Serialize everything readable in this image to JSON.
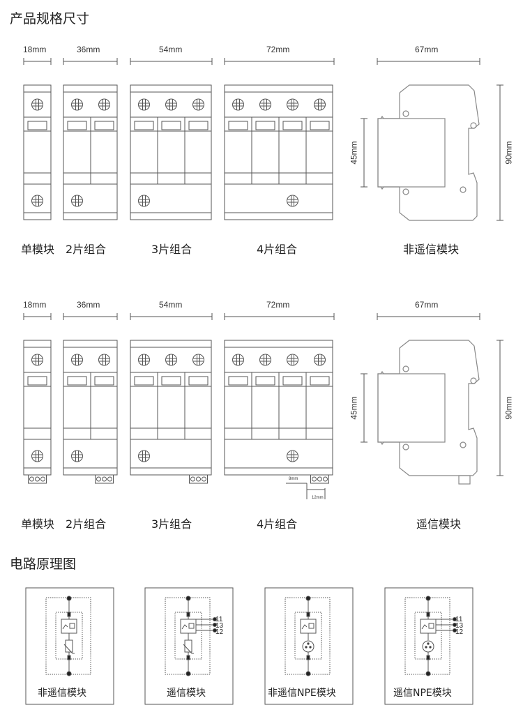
{
  "sections": {
    "dimensions_title": "产品规格尺寸",
    "schematic_title": "电路原理图"
  },
  "row1": {
    "widths": [
      "18mm",
      "36mm",
      "54mm",
      "72mm",
      "67mm"
    ],
    "height_inner": "45mm",
    "height_outer": "90mm",
    "labels": [
      "单模块",
      "2片组合",
      "3片组合",
      "4片组合",
      "非遥信模块"
    ]
  },
  "row2": {
    "widths": [
      "18mm",
      "36mm",
      "54mm",
      "72mm",
      "67mm"
    ],
    "height_inner": "45mm",
    "height_outer": "90mm",
    "terminal_height": "8mm",
    "terminal_width": "12mm",
    "labels": [
      "单模块",
      "2片组合",
      "3片组合",
      "4片组合",
      "遥信模块"
    ]
  },
  "schematics": [
    {
      "label": "非遥信模块",
      "remote": false,
      "npe": false
    },
    {
      "label": "遥信模块",
      "remote": true,
      "npe": false,
      "terminals": [
        "11",
        "13",
        "12"
      ]
    },
    {
      "label": "非遥信NPE模块",
      "remote": false,
      "npe": true
    },
    {
      "label": "遥信NPE模块",
      "remote": true,
      "npe": true,
      "terminals": [
        "11",
        "13",
        "12"
      ]
    }
  ],
  "colors": {
    "line": "#555555",
    "side": "#888888"
  }
}
